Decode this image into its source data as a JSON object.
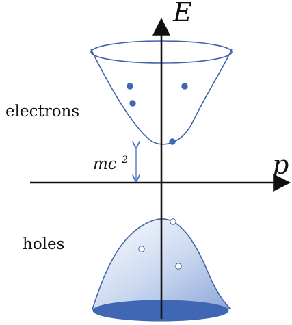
{
  "labels": {
    "energy_axis": "E",
    "momentum_axis": "p",
    "electrons": "electrons",
    "holes": "holes",
    "gap_base": "mc",
    "gap_exponent": "2"
  },
  "colors": {
    "axis": "#111111",
    "band_outline": "#3e63aa",
    "particle_fill": "#3f67b3",
    "hole_fill": "#ffffff",
    "hole_band_light": "#ffffff",
    "hole_band_dark": "#8fa8d7",
    "hole_base": "#3f67b3",
    "gap_arrow": "#4f79c6"
  },
  "particles": {
    "electron_count": 4,
    "hole_count": 3
  }
}
